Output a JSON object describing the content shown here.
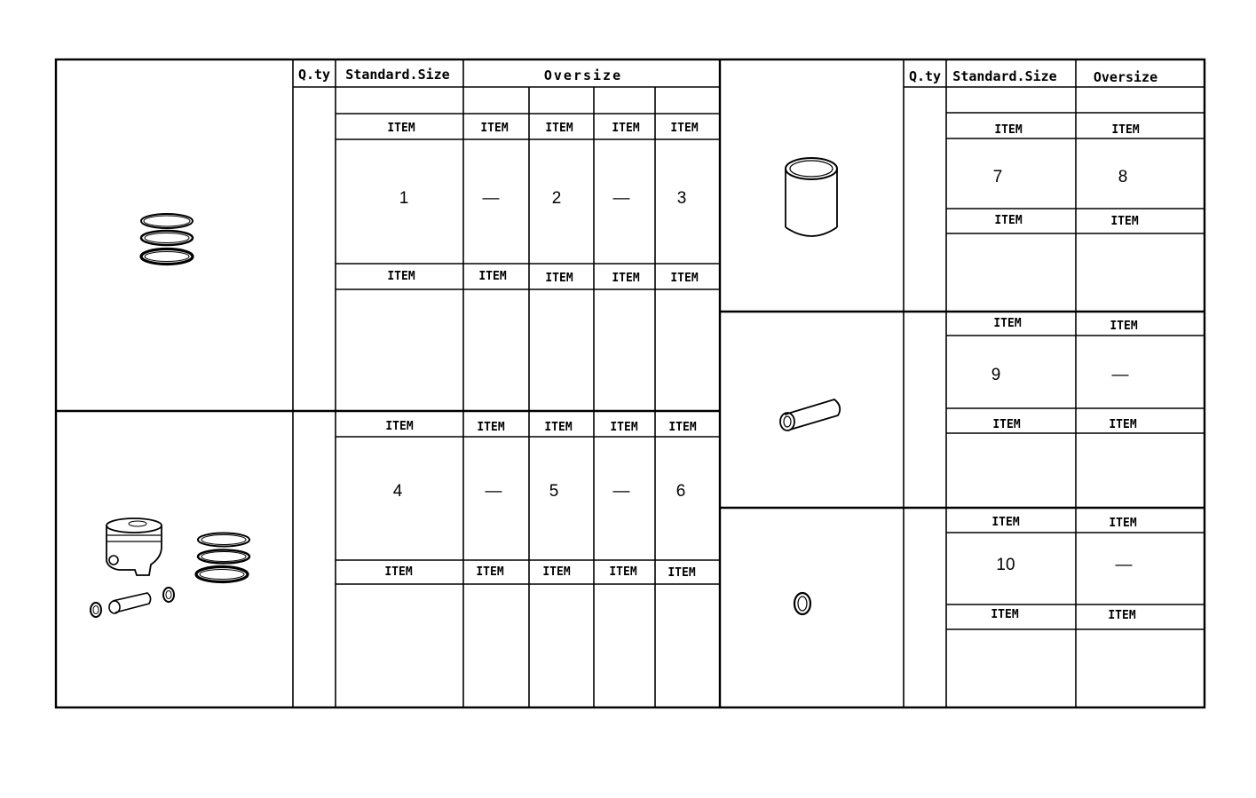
{
  "headers": {
    "left": {
      "qty": "Q.ty",
      "standard": "Standard.Size",
      "oversize": "Oversize"
    },
    "right": {
      "qty": "Q.ty",
      "standard": "Standard.Size",
      "oversize": "Oversize"
    }
  },
  "item_label": "ITEM",
  "dash": "—",
  "left_groups": [
    {
      "part_icon": "piston-rings-icon",
      "values": [
        "1",
        "—",
        "2",
        "—",
        "3"
      ]
    },
    {
      "part_icon": "piston-assembly-icon",
      "values": [
        "4",
        "—",
        "5",
        "—",
        "6"
      ]
    }
  ],
  "right_groups": [
    {
      "part_icon": "cylinder-liner-icon",
      "values": [
        "7",
        "8"
      ]
    },
    {
      "part_icon": "piston-pin-icon",
      "values": [
        "9",
        "—"
      ]
    },
    {
      "part_icon": "snap-ring-icon",
      "values": [
        "10",
        "—"
      ]
    }
  ]
}
